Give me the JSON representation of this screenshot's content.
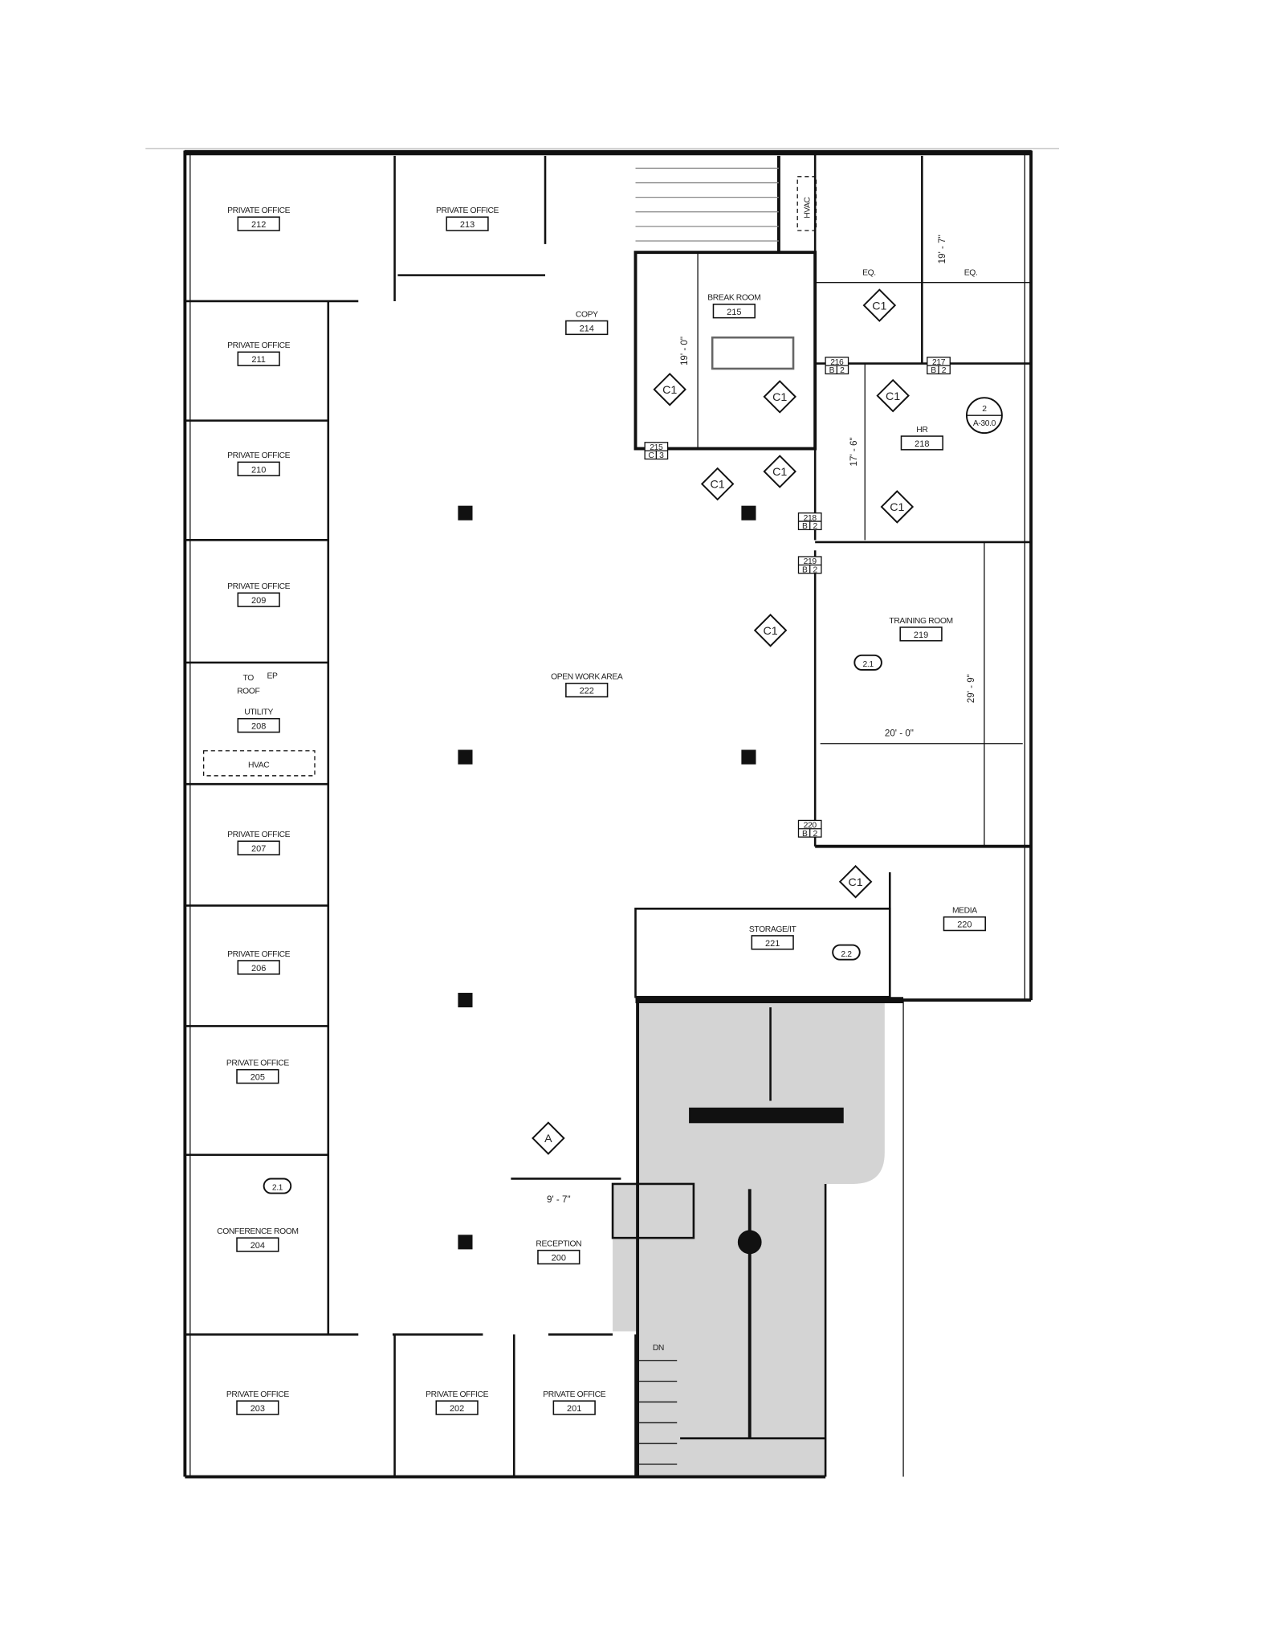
{
  "rooms": [
    {
      "name": "PRIVATE OFFICE",
      "number": "212"
    },
    {
      "name": "PRIVATE OFFICE",
      "number": "213"
    },
    {
      "name": "PRIVATE OFFICE",
      "number": "211"
    },
    {
      "name": "PRIVATE OFFICE",
      "number": "210"
    },
    {
      "name": "PRIVATE OFFICE",
      "number": "209"
    },
    {
      "name": "UTILITY",
      "number": "208"
    },
    {
      "name": "PRIVATE OFFICE",
      "number": "207"
    },
    {
      "name": "PRIVATE OFFICE",
      "number": "206"
    },
    {
      "name": "PRIVATE OFFICE",
      "number": "205"
    },
    {
      "name": "CONFERENCE ROOM",
      "number": "204"
    },
    {
      "name": "PRIVATE OFFICE",
      "number": "203"
    },
    {
      "name": "PRIVATE OFFICE",
      "number": "202"
    },
    {
      "name": "PRIVATE OFFICE",
      "number": "201"
    },
    {
      "name": "RECEPTION",
      "number": "200"
    },
    {
      "name": "OPEN WORK AREA",
      "number": "222"
    },
    {
      "name": "COPY",
      "number": "214"
    },
    {
      "name": "BREAK ROOM",
      "number": "215"
    },
    {
      "name": "HR",
      "number": "218"
    },
    {
      "name": "TRAINING ROOM",
      "number": "219"
    },
    {
      "name": "MEDIA",
      "number": "220"
    },
    {
      "name": "STORAGE/IT",
      "number": "221"
    }
  ],
  "door_tags": [
    {
      "number": "216",
      "type": "B",
      "rating": "2"
    },
    {
      "number": "217",
      "type": "B",
      "rating": "2"
    },
    {
      "number": "215",
      "type": "C",
      "rating": "3"
    },
    {
      "number": "218",
      "type": "B",
      "rating": "2"
    },
    {
      "number": "219",
      "type": "B",
      "rating": "2"
    },
    {
      "number": "220",
      "type": "B",
      "rating": "2"
    }
  ],
  "finish_tags": [
    "C1",
    "C1",
    "C1",
    "C1",
    "C1",
    "C1",
    "C1",
    "C1",
    "C1",
    "A"
  ],
  "wall_tags": [
    "2.1",
    "2.1",
    "2.2"
  ],
  "section_marker": {
    "number": "2",
    "sheet": "A-30.0"
  },
  "dimensions": [
    "19' - 0\"",
    "19' - 7\"",
    "17' - 6\"",
    "29' - 9\"",
    "20' - 0\"",
    "9' - 7\""
  ],
  "notes": [
    "EQ.",
    "EQ.",
    "HVAC",
    "HVAC",
    "TO",
    "ROOF",
    "EP",
    "DN"
  ],
  "colors": {
    "wall": "#111111",
    "core_fill": "#d4d4d4"
  }
}
